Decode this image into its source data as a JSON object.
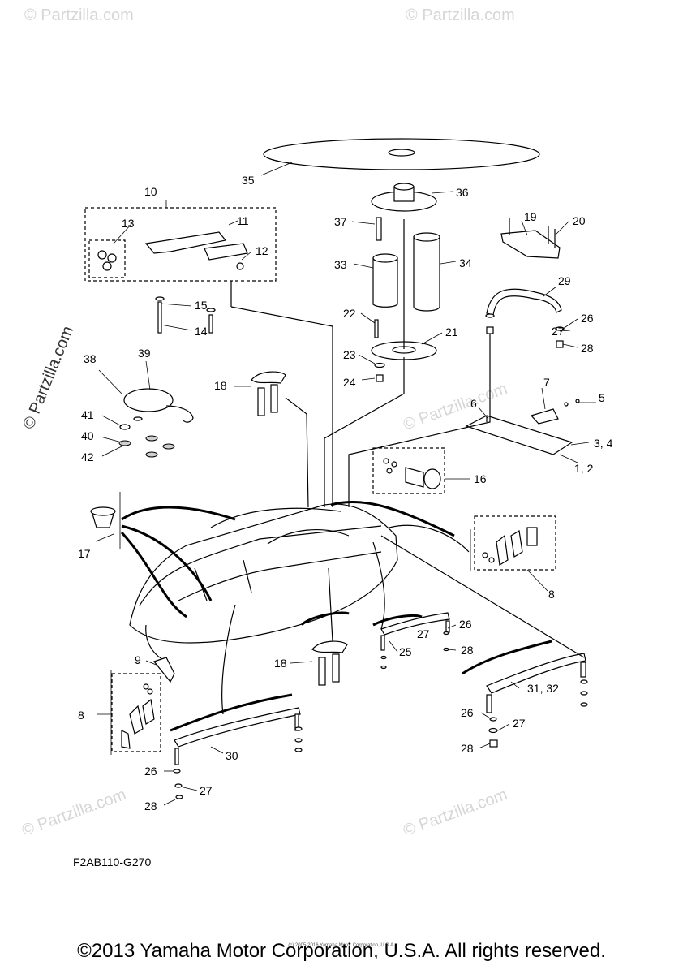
{
  "diagram": {
    "code": "F2AB110-G270",
    "copyright": "©2013 Yamaha Motor Corporation, U.S.A. All rights reserved.",
    "tiny_copyright": "(c) 2005-2016 Yamaha Motor Corporation, U.S.A.",
    "watermark_text": "© Partzilla.com",
    "callouts": {
      "c1": "1, 2",
      "c2": "3, 4",
      "c3": "5",
      "c4": "6",
      "c5": "7",
      "c6": "8",
      "c7": "8",
      "c8": "9",
      "c9": "10",
      "c10": "11",
      "c11": "12",
      "c12": "13",
      "c13": "14",
      "c14": "15",
      "c15": "16",
      "c16": "17",
      "c17": "18",
      "c18": "18",
      "c19": "19",
      "c20": "20",
      "c21": "21",
      "c22": "22",
      "c23": "23",
      "c24": "24",
      "c25": "25",
      "c26": "26",
      "c27": "26",
      "c28": "26",
      "c29": "26",
      "c30": "27",
      "c31": "27",
      "c32": "27",
      "c33": "27",
      "c34": "28",
      "c35": "28",
      "c36": "28",
      "c37": "28",
      "c38": "29",
      "c39": "30",
      "c40": "31, 32",
      "c41": "33",
      "c42": "34",
      "c43": "35",
      "c44": "36",
      "c45": "37",
      "c46": "38",
      "c47": "39",
      "c48": "40",
      "c49": "41",
      "c50": "42"
    }
  }
}
